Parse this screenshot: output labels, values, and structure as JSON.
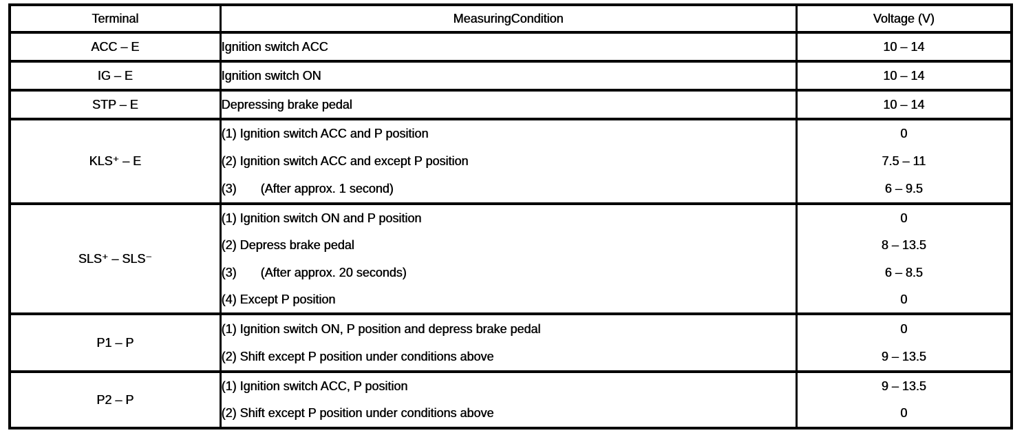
{
  "table": {
    "headers": {
      "terminal": "Terminal",
      "condition": "Measuring Condition",
      "voltage": "Voltage (V)"
    },
    "groups": [
      {
        "terminal": "ACC – E",
        "rows": [
          {
            "condition": "Ignition switch ACC",
            "voltage": "10 – 14"
          }
        ]
      },
      {
        "terminal": "IG – E",
        "rows": [
          {
            "condition": "Ignition switch ON",
            "voltage": "10 – 14"
          }
        ]
      },
      {
        "terminal": "STP – E",
        "rows": [
          {
            "condition": "Depressing brake pedal",
            "voltage": "10 – 14"
          }
        ]
      },
      {
        "terminal": "KLS⁺ – E",
        "rows": [
          {
            "condition": "(1) Ignition switch ACC and P position",
            "voltage": "0"
          },
          {
            "condition": "(2) Ignition switch ACC and except P position",
            "voltage": "7.5 – 11"
          },
          {
            "condition": "(3)       (After approx. 1 second)",
            "voltage": "6 – 9.5"
          }
        ]
      },
      {
        "terminal": "SLS⁺ – SLS⁻",
        "rows": [
          {
            "condition": "(1) Ignition switch ON and P position",
            "voltage": "0"
          },
          {
            "condition": "(2) Depress brake pedal",
            "voltage": "8 – 13.5"
          },
          {
            "condition": "(3)       (After approx. 20 seconds)",
            "voltage": "6 – 8.5"
          },
          {
            "condition": "(4) Except P position",
            "voltage": "0"
          }
        ]
      },
      {
        "terminal": "P1 – P",
        "rows": [
          {
            "condition": "(1) Ignition switch ON, P position and depress brake pedal",
            "voltage": "0"
          },
          {
            "condition": "(2) Shift except P position under conditions above",
            "voltage": "9 – 13.5"
          }
        ]
      },
      {
        "terminal": "P2 – P",
        "rows": [
          {
            "condition": "(1) Ignition switch ACC, P position",
            "voltage": "9 – 13.5"
          },
          {
            "condition": "(2) Shift except P position under conditions above",
            "voltage": "0"
          }
        ]
      }
    ]
  }
}
